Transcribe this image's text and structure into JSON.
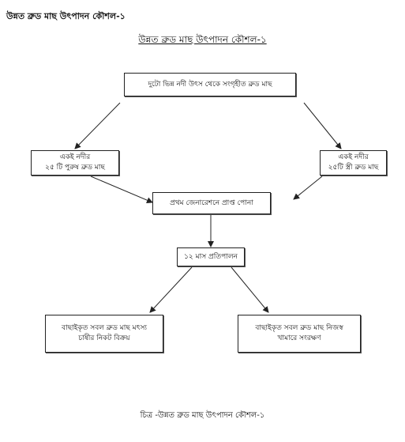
{
  "heading": "উন্নত ব্রুড মাছ উৎপাদন কৌশল-১",
  "title": "উন্নত ব্রুড মাছ উৎপাদন কৌশল-১",
  "nodes": {
    "source": "দুটো ভিন্ন নদী উৎস থেকে সংগৃহীত ব্রুড মাছ",
    "male_line1": "একই নদীর",
    "male_line2": "২৫ টি পুরুষ ব্রুড মাছ",
    "female_line1": "একই নদীর",
    "female_line2": "২৫টি স্ত্রী ব্রুড মাছ",
    "first_gen": "প্রথম জেনারেশনে প্রাপ্ত পোনা",
    "rearing": "১২ মাস প্রতিপালন",
    "sell_line1": "বাছাইকৃত সবল ব্রুড মাছ মৎস্য",
    "sell_line2": "চাষীর নিকট বিক্রয়",
    "keep_line1": "বাছাইকৃত সবল ব্রুড মাছ নিজস্ব",
    "keep_line2": "খামারে সংরক্ষণ"
  },
  "caption": "চিত্র -উন্নত ব্রুড মাছ উৎপাদন কৌশল-১"
}
